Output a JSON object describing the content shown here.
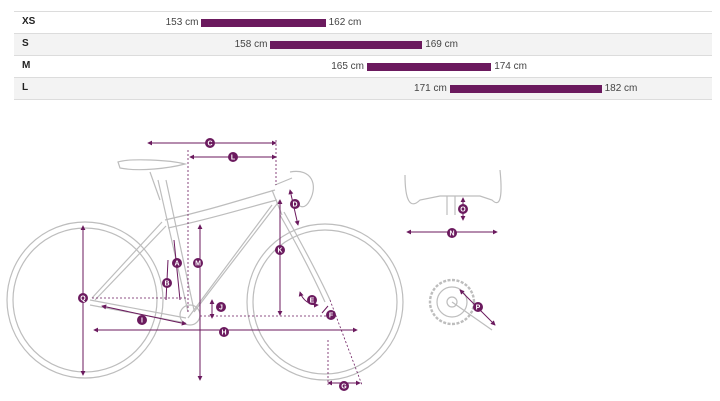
{
  "size_chart": {
    "axis_min_cm": 140,
    "axis_max_cm": 190,
    "accent_color": "#6b1a5e",
    "rows": [
      {
        "size": "XS",
        "min": 153,
        "max": 162,
        "min_label": "153 cm",
        "max_label": "162 cm"
      },
      {
        "size": "S",
        "min": 158,
        "max": 169,
        "min_label": "158 cm",
        "max_label": "169 cm"
      },
      {
        "size": "M",
        "min": 165,
        "max": 174,
        "min_label": "165 cm",
        "max_label": "174 cm"
      },
      {
        "size": "L",
        "min": 171,
        "max": 182,
        "min_label": "171 cm",
        "max_label": "182 cm"
      }
    ]
  },
  "geometry": {
    "line_color": "#bdbdbd",
    "marker_color": "#6b1a5e",
    "markers": [
      {
        "id": "A",
        "label": "A"
      },
      {
        "id": "B",
        "label": "B"
      },
      {
        "id": "C",
        "label": "C"
      },
      {
        "id": "D",
        "label": "D"
      },
      {
        "id": "E",
        "label": "E"
      },
      {
        "id": "F",
        "label": "F"
      },
      {
        "id": "G",
        "label": "G"
      },
      {
        "id": "H",
        "label": "H"
      },
      {
        "id": "I",
        "label": "I"
      },
      {
        "id": "J",
        "label": "J"
      },
      {
        "id": "K",
        "label": "K"
      },
      {
        "id": "L",
        "label": "L"
      },
      {
        "id": "M",
        "label": "M"
      },
      {
        "id": "N",
        "label": "N"
      },
      {
        "id": "O",
        "label": "O"
      },
      {
        "id": "P",
        "label": "P"
      },
      {
        "id": "Q",
        "label": "Q"
      }
    ]
  }
}
